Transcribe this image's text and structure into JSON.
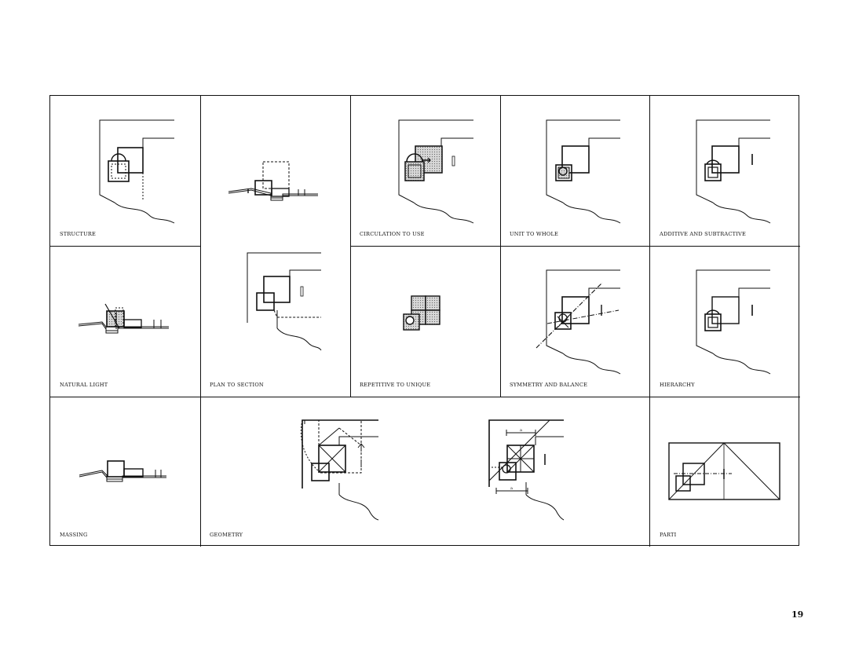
{
  "cells": [
    {
      "id": "structure",
      "label": "STRUCTURE"
    },
    {
      "id": "circulation",
      "label": "CIRCULATION TO USE"
    },
    {
      "id": "unit",
      "label": "UNIT TO WHOLE"
    },
    {
      "id": "additive",
      "label": "ADDITIVE AND SUBTRACTIVE"
    },
    {
      "id": "natural-light",
      "label": "NATURAL LIGHT"
    },
    {
      "id": "plan-section",
      "label": "PLAN TO SECTION"
    },
    {
      "id": "repetitive",
      "label": "REPETITIVE TO UNIQUE"
    },
    {
      "id": "symmetry",
      "label": "SYMMETRY AND BALANCE"
    },
    {
      "id": "hierarchy",
      "label": "HIERARCHY"
    },
    {
      "id": "massing",
      "label": "MASSING"
    },
    {
      "id": "geometry",
      "label": "GEOMETRY"
    },
    {
      "id": "parti",
      "label": "PARTI"
    }
  ],
  "geometry_marks": {
    "a_top": "a",
    "a_bottom": "a"
  },
  "page_number": "19"
}
